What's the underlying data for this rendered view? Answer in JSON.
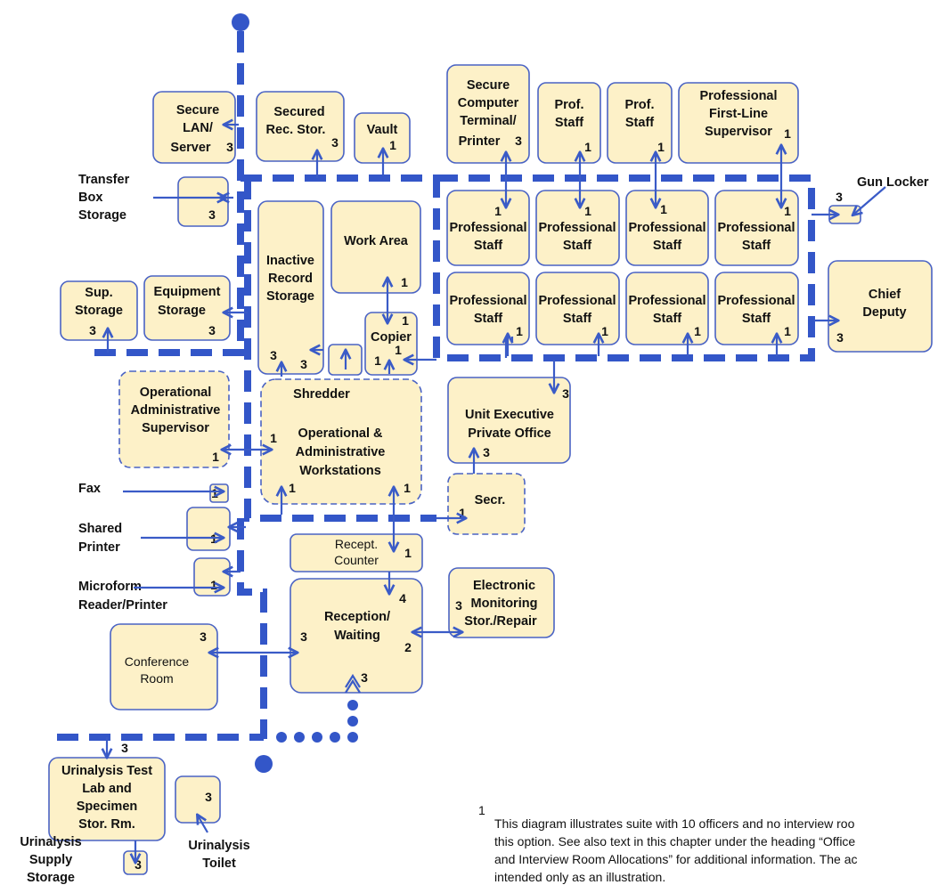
{
  "rooms": {
    "secure_lan_server": [
      "Secure",
      "LAN/",
      "Server"
    ],
    "secured_rec_stor": [
      "Secured",
      "Rec. Stor."
    ],
    "vault": [
      "Vault"
    ],
    "secure_computer_terminal": [
      "Secure",
      "Computer",
      "Terminal/",
      "Printer"
    ],
    "prof_staff_small": [
      "Prof.",
      "Staff"
    ],
    "professional_first_line_supervisor": [
      "Professional",
      "First-Line",
      "Supervisor"
    ],
    "transfer_box_storage": [
      "Transfer",
      "Box",
      "Storage"
    ],
    "gun_locker": "Gun Locker",
    "inactive_record_storage": [
      "Inactive",
      "Record",
      "Storage"
    ],
    "work_area": "Work Area",
    "professional_staff": [
      "Professional",
      "Staff"
    ],
    "sup_storage": [
      "Sup.",
      "Storage"
    ],
    "equipment_storage": [
      "Equipment",
      "Storage"
    ],
    "chief_deputy": [
      "Chief",
      "Deputy"
    ],
    "copier": "Copier",
    "shredder": "Shredder",
    "operational_administrative_supervisor": [
      "Operational",
      "Administrative",
      "Supervisor"
    ],
    "operational_administrative_workstations": [
      "Operational &",
      "Administrative",
      "Workstations"
    ],
    "unit_executive_private_office": [
      "Unit Executive",
      "Private Office"
    ],
    "fax": "Fax",
    "secr": "Secr.",
    "shared_printer": [
      "Shared",
      "Printer"
    ],
    "recept_counter": [
      "Recept.",
      "Counter"
    ],
    "electronic_monitoring": [
      "Electronic",
      "Monitoring",
      "Stor./Repair"
    ],
    "microform_reader_printer": [
      "Microform",
      "Reader/Printer"
    ],
    "reception_waiting": [
      "Reception/",
      "Waiting"
    ],
    "conference_room": [
      "Conference",
      "Room"
    ],
    "urinalysis_test_lab": [
      "Urinalysis Test",
      "Lab and",
      "Specimen",
      "Stor. Rm."
    ],
    "urinalysis_toilet": [
      "Urinalysis",
      "Toilet"
    ],
    "urinalysis_supply_storage": [
      "Urinalysis",
      "Supply",
      "Storage"
    ]
  },
  "proximity": {
    "one": "1",
    "two": "2",
    "three": "3",
    "four": "4"
  },
  "footnote": {
    "marker": "1",
    "lines": [
      "This diagram illustrates suite with 10 officers and no interview roo",
      "this option. See also text in this chapter under the heading “Office",
      "and Interview Room Allocations” for additional information. The ac",
      "intended only as an illustration."
    ]
  },
  "colors": {
    "room_fill": "#fdf1c8",
    "room_stroke": "#4a63c4",
    "corridor": "#3356c8",
    "arrow": "#3a5bc7"
  }
}
